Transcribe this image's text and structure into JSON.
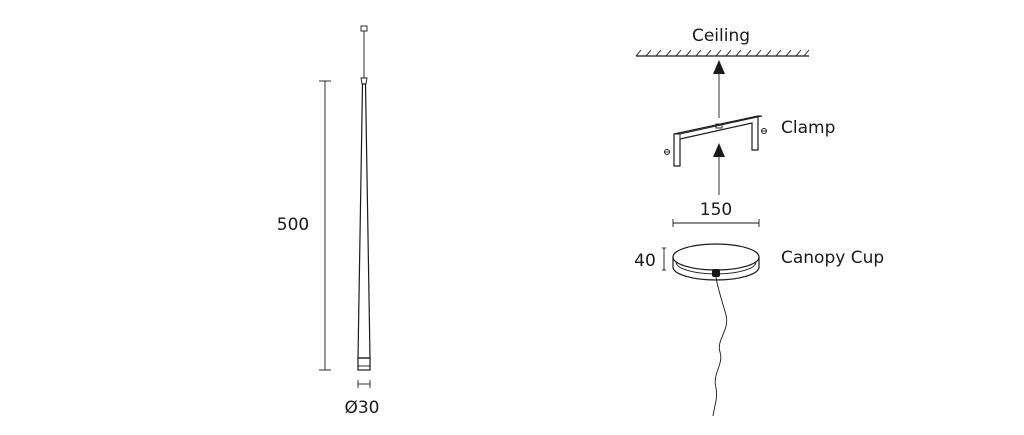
{
  "pendant": {
    "height_label": "500",
    "diameter_label": "Ø30"
  },
  "mounting": {
    "ceiling_label": "Ceiling",
    "clamp_label": "Clamp",
    "width_label": "150",
    "cup_height_label": "40",
    "canopy_label": "Canopy Cup"
  }
}
